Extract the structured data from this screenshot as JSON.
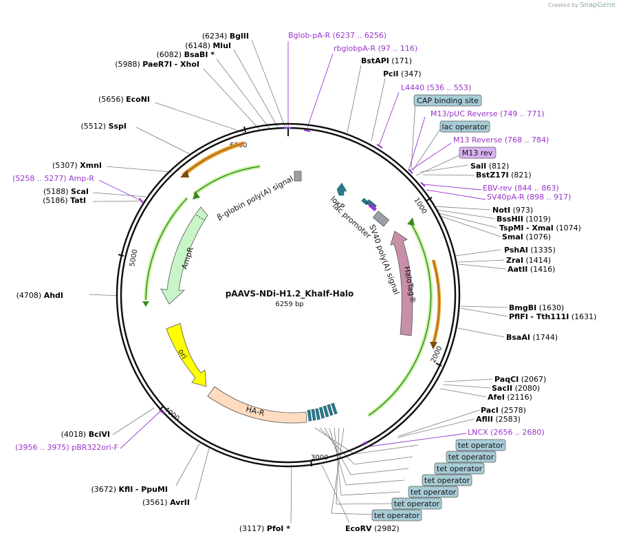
{
  "watermark": {
    "prefix": "Created by",
    "brand": "SnapGene"
  },
  "plasmid": {
    "name": "pAAVS-NDi-H1.2_KhaIf-Halo",
    "size": "6259 bp"
  },
  "ticks": [
    "1000",
    "2000",
    "3000",
    "4000",
    "5000",
    "6000"
  ],
  "enzymes": [
    {
      "name": "BglII",
      "pos": "(6234)"
    },
    {
      "name": "MluI",
      "pos": "(6148)"
    },
    {
      "name": "BsaBI *",
      "pos": "(6082)"
    },
    {
      "name": "PaeR7I",
      "name2": "- XhoI",
      "pos": "(5988)"
    },
    {
      "name": "EcoNI",
      "pos": "(5656)"
    },
    {
      "name": "SspI",
      "pos": "(5512)"
    },
    {
      "name": "XmnI",
      "pos": "(5307)"
    },
    {
      "name": "ScaI",
      "pos": "(5188)"
    },
    {
      "name": "TatI",
      "pos": "(5186)"
    },
    {
      "name": "AhdI",
      "pos": "(4708)"
    },
    {
      "name": "BciVI",
      "pos": "(4018)"
    },
    {
      "name": "KflI",
      "name2": "- PpuMI",
      "pos": "(3672)"
    },
    {
      "name": "AvrII",
      "pos": "(3561)"
    },
    {
      "name": "PfoI *",
      "pos": "(3117)"
    },
    {
      "name": "EcoRV",
      "pos": "(2982)"
    },
    {
      "name": "BstAPI",
      "pos": "(171)"
    },
    {
      "name": "PciI",
      "pos": "(347)"
    },
    {
      "name": "SalI",
      "pos": "(812)"
    },
    {
      "name": "BstZ17I",
      "pos": "(821)"
    },
    {
      "name": "NotI",
      "pos": "(973)"
    },
    {
      "name": "BssHII",
      "pos": "(1019)"
    },
    {
      "name": "TspMI",
      "name2": "- XmaI",
      "pos": "(1074)"
    },
    {
      "name": "SmaI",
      "pos": "(1076)"
    },
    {
      "name": "PshAI",
      "pos": "(1335)"
    },
    {
      "name": "ZraI",
      "pos": "(1414)"
    },
    {
      "name": "AatII",
      "pos": "(1416)"
    },
    {
      "name": "BmgBI",
      "pos": "(1630)"
    },
    {
      "name": "PflFI",
      "name2": "- Tth111I",
      "pos": "(1631)"
    },
    {
      "name": "BsaAI",
      "pos": "(1744)"
    },
    {
      "name": "PaqCI",
      "pos": "(2067)"
    },
    {
      "name": "SacII",
      "pos": "(2080)"
    },
    {
      "name": "AfeI",
      "pos": "(2116)"
    },
    {
      "name": "PacI",
      "pos": "(2578)"
    },
    {
      "name": "AflII",
      "pos": "(2583)"
    }
  ],
  "primers": [
    {
      "name": "Bglob-pA-R",
      "range": "(6237 .. 6256)"
    },
    {
      "name": "rbglobpA-R",
      "range": "(97 .. 116)"
    },
    {
      "name": "L4440",
      "range": "(536 .. 553)"
    },
    {
      "name": "M13/pUC Reverse",
      "range": "(749 .. 771)"
    },
    {
      "name": "M13 Reverse",
      "range": "(768 .. 784)"
    },
    {
      "name": "EBV-rev",
      "range": "(844 .. 863)"
    },
    {
      "name": "SV40pA-R",
      "range": "(898 .. 917)"
    },
    {
      "name": "Amp-R",
      "range": "(5258 .. 5277)"
    },
    {
      "name": "pBR322ori-F",
      "range": "(3956 .. 3975)"
    },
    {
      "name": "LNCX",
      "range": "(2656 .. 2680)"
    }
  ],
  "boxed": {
    "cap": "CAP binding site",
    "lac_operator": "lac operator",
    "m13rev": "M13 rev",
    "tet": [
      "tet operator",
      "tet operator",
      "tet operator",
      "tet operator",
      "tet operator",
      "tet operator",
      "tet operator"
    ]
  },
  "features": {
    "beta_globin": "β-globin poly(A) signal",
    "ampr": "AmpR",
    "ori": "ori",
    "har": "HA-R",
    "loxp": "loxP",
    "lac_promoter": "lac promoter",
    "sv40": "SV40 poly(A) signal",
    "halotag": "HaloTag®"
  },
  "colors": {
    "enzyme": "#000000",
    "primer": "#9933cc",
    "feature_box": "#a8ccd6",
    "m13_box": "#d9b3f0",
    "green_arrow": "#3a8a1a",
    "orange_arrow": "#e8a030",
    "ampr": "#c8f5c8",
    "ori": "#ffff00",
    "har": "#ffdcc0",
    "halotag": "#c890a8",
    "tet_block": "#2a7a88"
  }
}
